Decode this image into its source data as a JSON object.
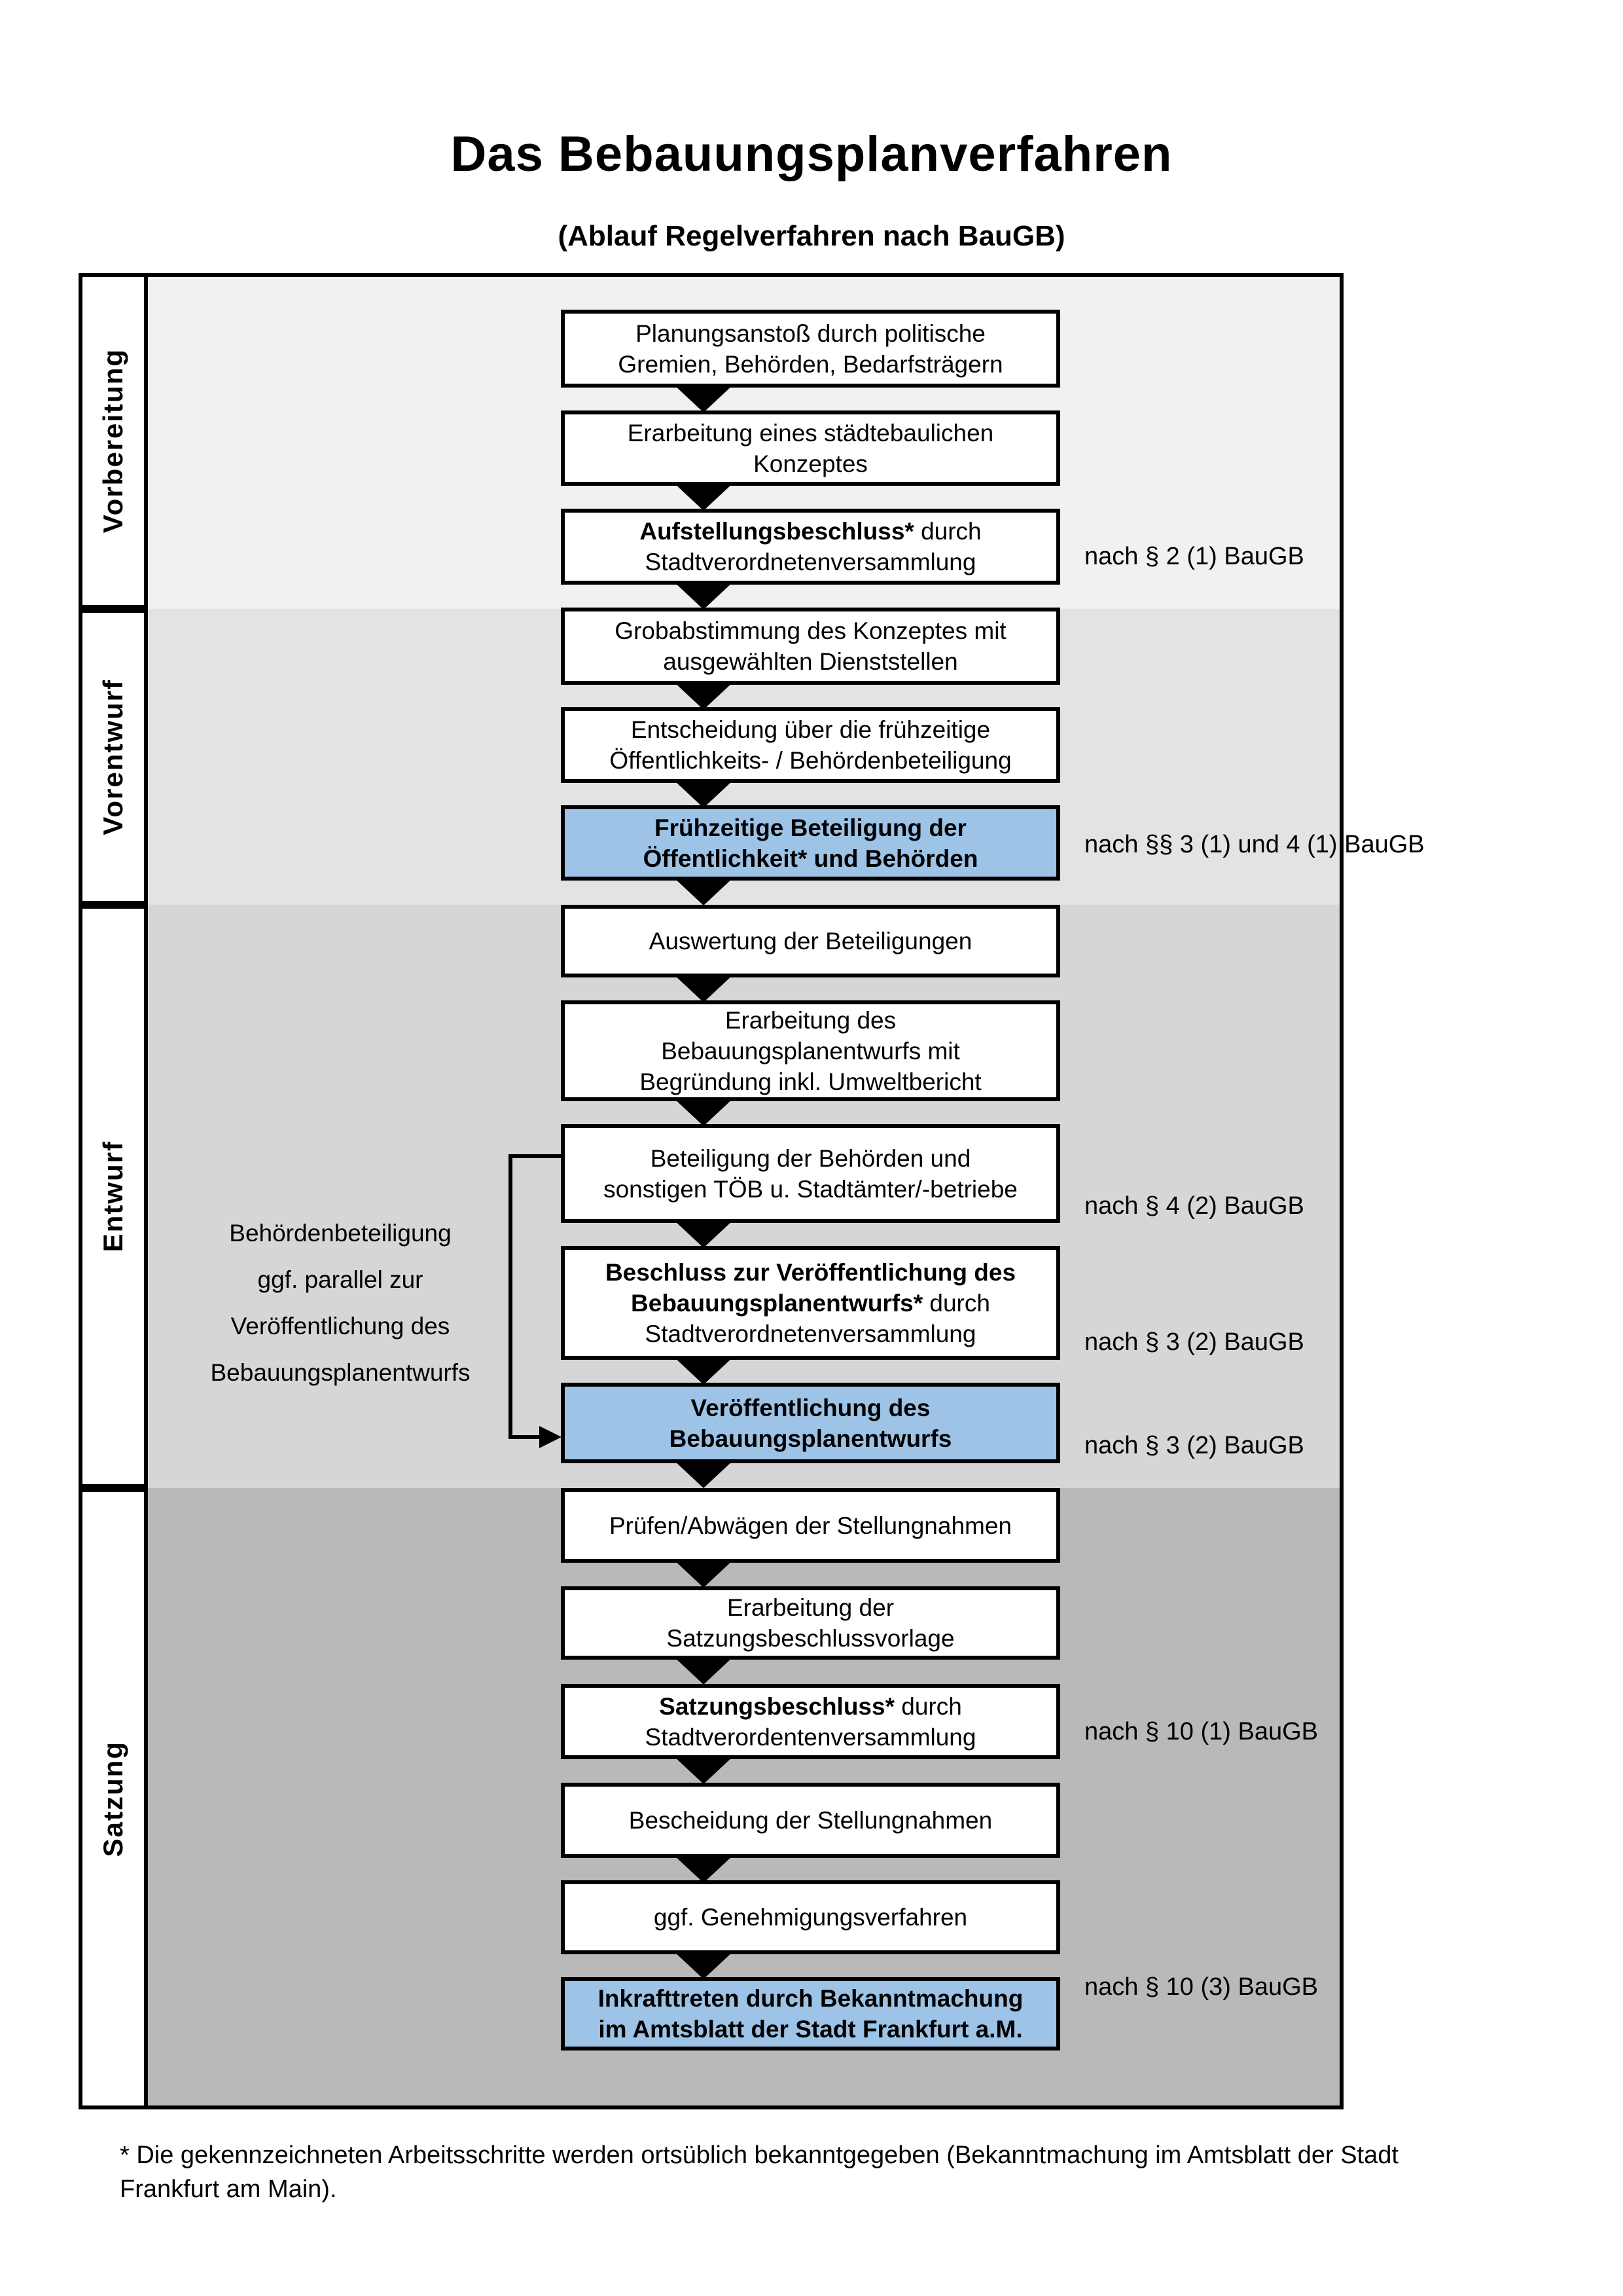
{
  "title": "Das Bebauungsplanverfahren",
  "subtitle": "(Ablauf Regelverfahren nach BauGB)",
  "phases": [
    {
      "label": "Vorbereitung"
    },
    {
      "label": "Vorentwurf"
    },
    {
      "label": "Entwurf"
    },
    {
      "label": "Satzung"
    }
  ],
  "boxes": {
    "b1": {
      "line1": "Planungsanstoß durch politische",
      "line2": "Gremien, Behörden, Bedarfsträgern"
    },
    "b2": {
      "line1": "Erarbeitung eines städtebaulichen",
      "line2": "Konzeptes"
    },
    "b3": {
      "bold": "Aufstellungsbeschluss*",
      "rest": " durch",
      "line2": "Stadtverordnetenversammlung"
    },
    "b4": {
      "line1": "Grobabstimmung des Konzeptes mit",
      "line2": "ausgewählten Dienststellen"
    },
    "b5": {
      "line1": "Entscheidung über die frühzeitige",
      "line2": "Öffentlichkeits- / Behördenbeteiligung"
    },
    "b6": {
      "bold1": "Frühzeitige Beteiligung der",
      "bold2": "Öffentlichkeit* und Behörden"
    },
    "b7": {
      "line1": "Auswertung der Beteiligungen"
    },
    "b8": {
      "line1": "Erarbeitung des",
      "line2": "Bebauungsplanentwurfs mit",
      "line3": "Begründung inkl. Umweltbericht"
    },
    "b9": {
      "line1": "Beteiligung der Behörden und",
      "line2": "sonstigen TÖB u. Stadtämter/-betriebe"
    },
    "b10": {
      "bold1": "Beschluss zur Veröffentlichung des",
      "bold2": "Bebauungsplanentwurfs*",
      "rest": " durch",
      "line3": "Stadtverordnetenversammlung"
    },
    "b11": {
      "bold1": "Veröffentlichung des",
      "bold2": "Bebauungsplanentwurfs"
    },
    "b12": {
      "line1": "Prüfen/Abwägen der Stellungnahmen"
    },
    "b13": {
      "line1": "Erarbeitung der",
      "line2": "Satzungsbeschlussvorlage"
    },
    "b14": {
      "bold": "Satzungsbeschluss*",
      "rest": " durch",
      "line2": "Stadtverordentenversammlung"
    },
    "b15": {
      "line1": "Bescheidung der Stellungnahmen"
    },
    "b16": {
      "line1": "ggf. Genehmigungsverfahren"
    },
    "b17": {
      "bold": "Inkrafttreten",
      "rest": " durch Bekanntmachung",
      "line2": "im Amtsblatt der Stadt Frankfurt a.M."
    }
  },
  "annotation": {
    "line1": "Behördenbeteiligung",
    "line2": "ggf. parallel zur",
    "line3": "Veröffentlichung des",
    "line4": "Bebauungsplanentwurfs"
  },
  "references": [
    "nach § 2 (1) BauGB",
    "nach §§ 3 (1) und 4 (1) BauGB",
    "nach § 4 (2) BauGB",
    "nach § 3 (2) BauGB",
    "nach § 3 (2) BauGB",
    "nach § 10 (1) BauGB",
    "nach § 10 (3) BauGB"
  ],
  "footnote": "* Die gekennzeichneten Arbeitsschritte werden ortsüblich bekanntgegeben (Bekanntmachung im Amtsblatt  der Stadt Frankfurt am Main).",
  "colors": {
    "highlight": "#9dc3e6",
    "phase1": "#f1f1f1",
    "phase2": "#e3e3e3",
    "phase3": "#d6d6d6",
    "phase4": "#b9b9b9",
    "border": "#000000"
  }
}
